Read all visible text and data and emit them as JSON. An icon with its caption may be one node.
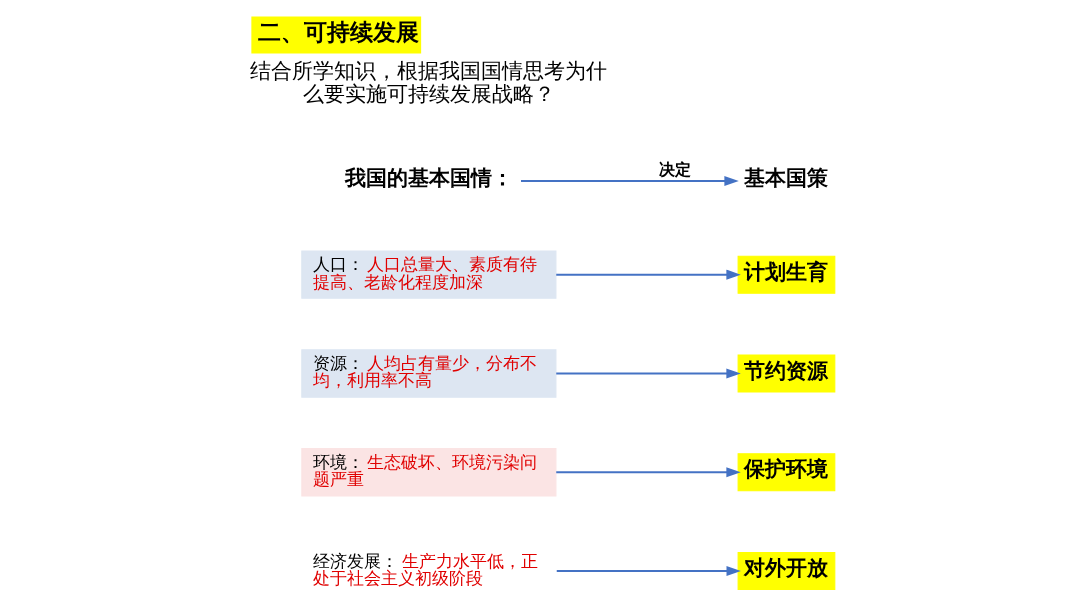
{
  "diagram": {
    "title": "二、可持续发展",
    "nodes": [
      {
        "text": [
          "我国的基本国情："
        ]
      },
      {
        "text": [
          "基本国策"
        ]
      },
      {
        "text": [
          "人口：",
          "人口总量大、素质有待提高、老龄化程度加深"
        ]
      },
      {
        "text": [
          "计划生育"
        ]
      },
      {
        "text": [
          "资源：",
          "人均占有量少，分布不均，利用率不高"
        ]
      },
      {
        "text": [
          "节约资源"
        ]
      },
      {
        "text": [
          "环境：",
          "生态破坏、环境污染问题严重"
        ]
      },
      {
        "text": [
          "保护环境"
        ]
      },
      {
        "text": [
          "经济发展：",
          "生产力水平低，正处于社会主义初级阶段"
        ]
      },
      {
        "text": [
          "对外开放"
        ]
      }
    ],
    "edges": [
      {
        "from": 0,
        "to": 1,
        "arrow": "to",
        "label": "决定"
      },
      {
        "from": 2,
        "to": 3,
        "arrow": "to"
      },
      {
        "from": 4,
        "to": 5,
        "arrow": "to"
      },
      {
        "from": 6,
        "to": 7,
        "arrow": "to"
      },
      {
        "from": 8,
        "to": 9,
        "arrow": "to"
      }
    ],
    "labels": [
      "结合所学知识，根据我国国情思考为什么要实施可持续发展战略？"
    ]
  }
}
